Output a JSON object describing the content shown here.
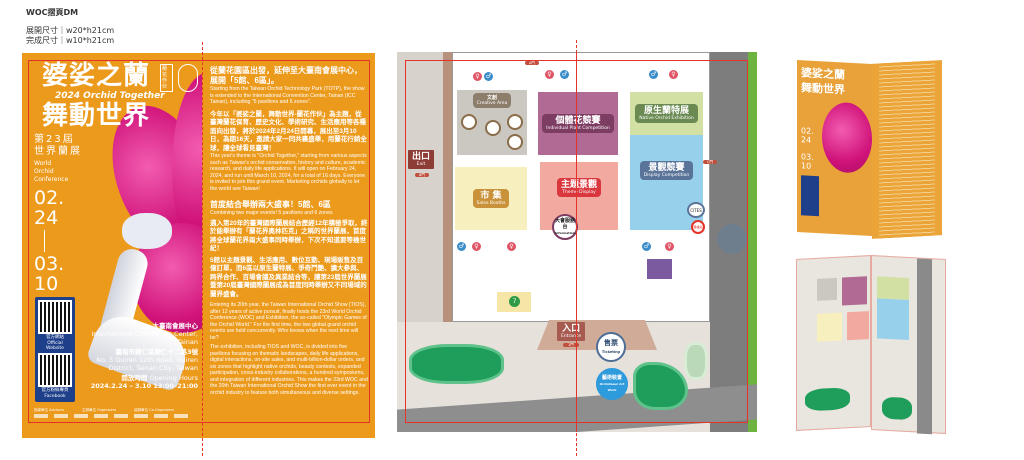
{
  "header": {
    "title": "WOC摺頁DM",
    "spread_size": "展開尺寸｜w20*h21cm",
    "final_size": "完成尺寸｜w10*h21cm"
  },
  "cover": {
    "title_main": "婆娑之蘭",
    "title_sub": "2024 Orchid Together",
    "title_main2": "舞動世界",
    "badge": "蘭花 作伙",
    "edition_zh1": "第23屆",
    "edition_zh2": "世界蘭展",
    "edition_en": [
      "World",
      "Orchid",
      "Conference"
    ],
    "date_start": [
      "02.",
      "24"
    ],
    "date_end": [
      "03.",
      "10"
    ],
    "qr": [
      {
        "zh": "官方網站",
        "en": "Official Website"
      },
      {
        "zh": "官方粉絲專頁",
        "en": "Facebook"
      }
    ],
    "venue_zh": "大臺南會展中心",
    "venue_en": "International Convention Center, Tainan",
    "address_zh": "臺南市歸仁區歸仁十二路3號",
    "address_en": "No. 3 Guiren 12th Road, Guiren District, Tainan City, Taiwan",
    "hours_label_zh": "開放時間",
    "hours_label_en": "Opening Hours",
    "hours": "2024.2.24 – 3.10 13:00–21:00",
    "advisors": "指導單位 Advisors",
    "organizers": "主辦單位 Organizers",
    "co_organizers": "協辦單位 Co-Organizers"
  },
  "inner": {
    "p1_zh": "從蘭花園區出發，延伸至大臺南會展中心，展開「5館、6區」。",
    "p1_en": "Starting from the Taiwan Orchid Technology Park (TOTP), the show is extended to the International Convention Center, Tainan (ICC Tainan), including \"5 pavilions and 6 zones\".",
    "p2_zh": "今年以「婆娑之蘭，舞動世界-蘭花作伙」為主題，從臺灣蘭花保育、歷史文化、學術研究、生活應用等各種面向出發，將於2024年2月24日開幕，展出至3月10日，為期16天，邀請大家一同共襄盛舉，用蘭花行銷全球，讓全球看見臺灣！",
    "p2_en": "This year's theme is \"Orchid Together,\" starting from various aspects such as Taiwan's orchid conservation, history and culture, academic research, and daily life applications. It will open on February 24, 2024, and run until March 10, 2024, for a total of 16 days. Everyone is invited to join this grand event. Marketing orchids globally to let the world see Taiwan!",
    "h2_zh": "首度結合舉辦兩大盛事！5館、6區",
    "h2_en": "Combining two major events! 5 pavilions and 6 zones",
    "p3_zh": "邁入第20年的臺灣國際蘭展結合歷經12年積極爭取，終於能舉辦有「蘭花界奧林匹克」之稱的世界蘭展，首度將全球蘭花界兩大盛事同時舉辦，下次不知道要等幾世紀！",
    "p4_zh": "5館以主題景觀、生活應用、數位互動、現場販售及百億訂單，而6區以原生蘭特展、爭奇鬥艷、擴大參與、跨界合作、百場會議及異業結合等，讓第23屆世界蘭展暨第20屆臺灣國際蘭展成為首度同時舉辦又不同場域的蘭界盛會。",
    "p3_en": "Entering its 20th year, the Taiwan International Orchid Show (TIOS), after 12 years of active pursuit, finally hosts the 23rd World Orchid Conference (WOC) and Exhibition, the so-called \"Olympic Games of the Orchid World.\" For the first time, the two global grand orchid events are held concurrently. Who knows when the next time will be?",
    "p4_en": "The exhibition, including TIOS and WOC, is divided into five pavilions focusing on thematic landscapes, daily life applications, digital interactions, on-site sales, and multi-billion-dollar orders, and six zones that highlight native orchids, beauty contests, expanded participation, cross-industry collaborations, a hundred symposiums, and integration of different industries. This makes the 23rd WOC and the 20th Taiwan International Orchid Show the first ever event in the orchid industry to feature both simultaneous and diverse settings."
  },
  "map": {
    "zones": [
      {
        "zh": "個體花競賽",
        "en": "Individual Plant Competition",
        "color": "#b06a93",
        "label": "#7d3d63"
      },
      {
        "zh": "原生蘭特展",
        "en": "Native Orchid Exhibition",
        "color": "#d3e0a3",
        "label": "#6a8a52"
      },
      {
        "zh": "市 集",
        "en": "Sales Booths",
        "color": "#f7efbd",
        "label": "#c9923a"
      },
      {
        "zh": "主題景觀",
        "en": "Theme Display",
        "color": "#f2aaa0",
        "label": "#d9363e"
      },
      {
        "zh": "景觀競賽",
        "en": "Display Competition",
        "color": "#97d0ea",
        "label": "#5a7398"
      }
    ],
    "culture": {
      "zh": "文創",
      "en": "Creative Area"
    },
    "exit": {
      "zh": "出口",
      "en": "Exit",
      "tag": "B門"
    },
    "entrance": {
      "zh": "入口",
      "en": "Entrance",
      "tag": "1門"
    },
    "info": {
      "zh": "大會服務台",
      "en": "Information"
    },
    "ticketing": {
      "zh": "售票",
      "en": "Ticketing"
    },
    "artwork": {
      "zh": "藝術裝置",
      "en": "Orchidsaur Art Work"
    },
    "cites": "CITES",
    "first_aid": "醫護站",
    "gate_a": "A門",
    "gate_c": "C門"
  },
  "colors": {
    "orange": "#ec9a1c",
    "magenta": "#d0137a",
    "guide": "#e5332a"
  }
}
